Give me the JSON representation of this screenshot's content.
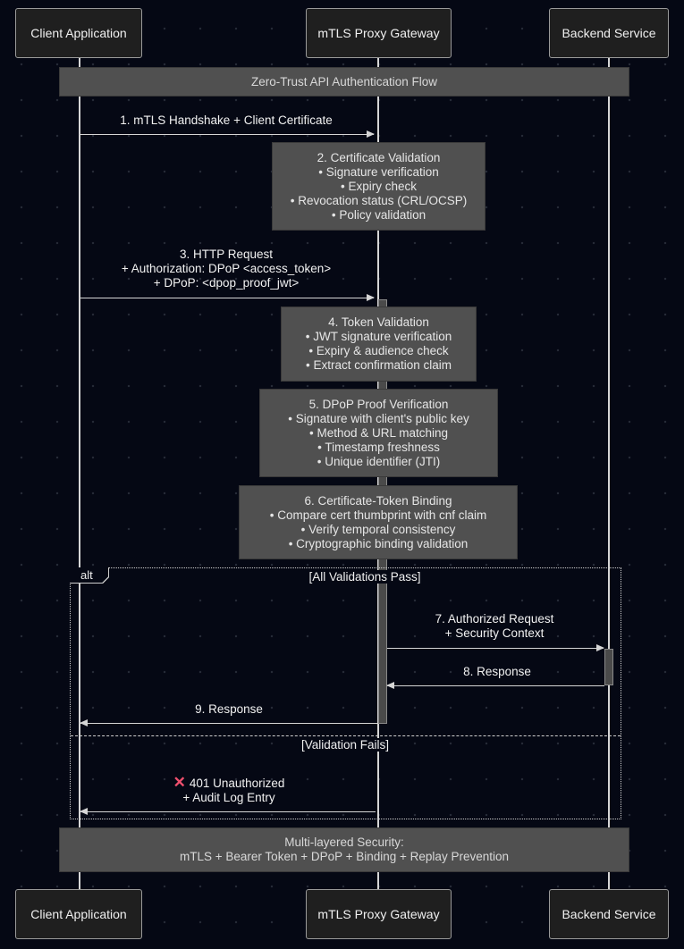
{
  "participants": {
    "client": "Client Application",
    "proxy": "mTLS Proxy Gateway",
    "backend": "Backend Service"
  },
  "title_note": "Zero-Trust API Authentication Flow",
  "messages": {
    "m1": "1. mTLS Handshake + Client Certificate",
    "m3": [
      "3. HTTP Request",
      "+ Authorization: DPoP <access_token>",
      "+ DPoP: <dpop_proof_jwt>"
    ],
    "m7": [
      "7. Authorized Request",
      "+ Security Context"
    ],
    "m8": "8. Response",
    "m9": "9. Response",
    "m401": "401 Unauthorized",
    "m401b": "+ Audit Log Entry"
  },
  "notes": {
    "cert": [
      "2. Certificate Validation",
      "• Signature verification",
      "• Expiry check",
      "• Revocation status (CRL/OCSP)",
      "• Policy validation"
    ],
    "token": [
      "4. Token Validation",
      "• JWT signature verification",
      "• Expiry & audience check",
      "• Extract confirmation claim"
    ],
    "dpop": [
      "5. DPoP Proof Verification",
      "• Signature with client's public key",
      "• Method & URL matching",
      "• Timestamp freshness",
      "• Unique identifier (JTI)"
    ],
    "binding": [
      "6. Certificate-Token Binding",
      "• Compare cert thumbprint with cnf claim",
      "• Verify temporal consistency",
      "• Cryptographic binding validation"
    ]
  },
  "alt": {
    "tag": "alt",
    "guard_pass": "[All Validations Pass]",
    "guard_fail": "[Validation Fails]"
  },
  "footer_note": [
    "Multi-layered Security:",
    "mTLS + Bearer Token + DPoP + Binding + Replay Prevention"
  ],
  "icons": {
    "failure": "cross-mark-icon"
  },
  "colors": {
    "background": "#050814",
    "note": "#505050",
    "failure": "#f0506e"
  }
}
